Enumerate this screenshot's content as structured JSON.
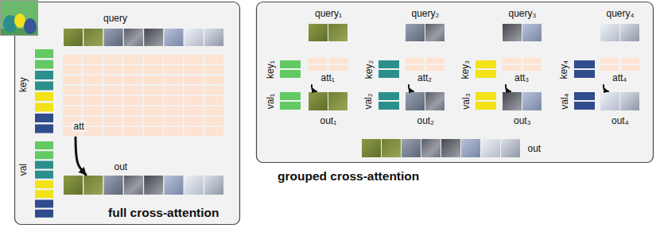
{
  "diagram": {
    "nodes": [
      {
        "text": [
          "full cross-attention"
        ]
      },
      {
        "text": [
          "query"
        ],
        "in": 0
      },
      {
        "text": [
          "key"
        ],
        "in": 0
      },
      {
        "text": [
          "att"
        ],
        "in": 0
      },
      {
        "text": [
          "val"
        ],
        "in": 0
      },
      {
        "text": [
          "out"
        ],
        "in": 0
      },
      {
        "text": [
          "grouped cross-attention"
        ]
      },
      {
        "text": [
          "query₁"
        ],
        "in": 6
      },
      {
        "text": [
          "key₁"
        ],
        "in": 6
      },
      {
        "text": [
          "att₁"
        ],
        "in": 6
      },
      {
        "text": [
          "val₁"
        ],
        "in": 6
      },
      {
        "text": [
          "out₁"
        ],
        "in": 6
      },
      {
        "text": [
          "query₂"
        ],
        "in": 6
      },
      {
        "text": [
          "key₂"
        ],
        "in": 6
      },
      {
        "text": [
          "att₂"
        ],
        "in": 6
      },
      {
        "text": [
          "val₂"
        ],
        "in": 6
      },
      {
        "text": [
          "out₂"
        ],
        "in": 6
      },
      {
        "text": [
          "query₃"
        ],
        "in": 6
      },
      {
        "text": [
          "key₃"
        ],
        "in": 6
      },
      {
        "text": [
          "att₃"
        ],
        "in": 6
      },
      {
        "text": [
          "val₃"
        ],
        "in": 6
      },
      {
        "text": [
          "out₃"
        ],
        "in": 6
      },
      {
        "text": [
          "query₄"
        ],
        "in": 6
      },
      {
        "text": [
          "key₄"
        ],
        "in": 6
      },
      {
        "text": [
          "att₄"
        ],
        "in": 6
      },
      {
        "text": [
          "val₄"
        ],
        "in": 6
      },
      {
        "text": [
          "out₄"
        ],
        "in": 6
      },
      {
        "text": [
          "out"
        ],
        "in": 6
      }
    ],
    "edges": [
      {
        "from": 3,
        "to": 5,
        "arrow": "to"
      },
      {
        "from": 9,
        "to": 11,
        "arrow": "to"
      },
      {
        "from": 14,
        "to": 16,
        "arrow": "to"
      },
      {
        "from": 19,
        "to": 21,
        "arrow": "to"
      },
      {
        "from": 24,
        "to": 26,
        "arrow": "to"
      }
    ]
  }
}
